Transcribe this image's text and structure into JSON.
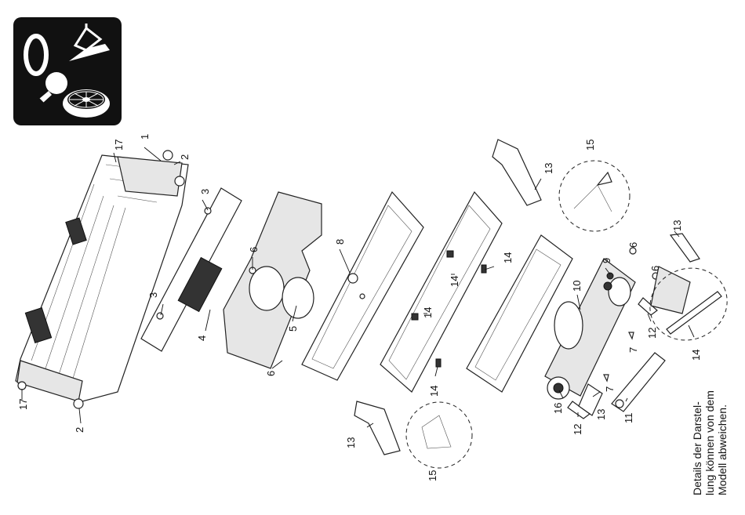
{
  "icon_panel": {
    "digit": "0",
    "background": "#111111",
    "icons": [
      "zero-digit-icon",
      "light-bulb-icon",
      "smoke-deflector-icon",
      "turntable-icon"
    ]
  },
  "callouts": {
    "c1": "1",
    "c2a": "2",
    "c2b": "2",
    "c3a": "3",
    "c3b": "3",
    "c4": "4",
    "c5": "5",
    "c6a": "6",
    "c6b": "6",
    "c6c": "6",
    "c6d": "6",
    "c7a": "7",
    "c7b": "7",
    "c8": "8",
    "c9": "9",
    "c10": "10",
    "c11": "11",
    "c12a": "12",
    "c12b": "12",
    "c13a": "13",
    "c13b": "13",
    "c13c": "13",
    "c13d": "13",
    "c14a": "14",
    "c14b": "14",
    "c14c": "14",
    "c14d": "14",
    "c14e": "14",
    "c15a": "15",
    "c15b": "15",
    "c16": "16",
    "c17a": "17",
    "c17b": "17"
  },
  "note": {
    "line1": "Details der Darstel-",
    "line2": "lung können von dem",
    "line3": "Modell abweichen."
  }
}
